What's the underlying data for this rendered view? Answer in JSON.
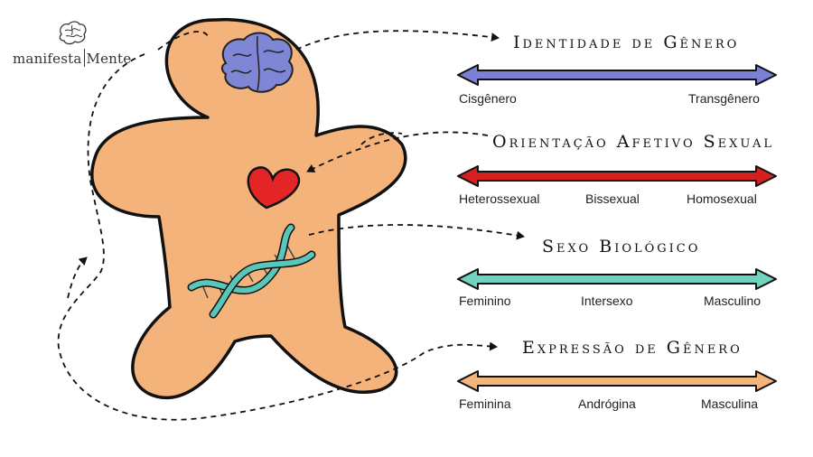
{
  "logo": {
    "part1": "manifesta",
    "part2": "Mente",
    "icon": "brain-icon"
  },
  "figure": {
    "icons": [
      "brain-icon",
      "heart-icon",
      "dna-icon"
    ]
  },
  "scales": [
    {
      "title": "Identidade de Gênero",
      "color": "#7b80d6",
      "labels": {
        "left": "Cisgênero",
        "right": "Transgênero"
      }
    },
    {
      "title": "Orientação Afetivo Sexual",
      "color": "#d62020",
      "labels": {
        "left": "Heterossexual",
        "center": "Bissexual",
        "right": "Homosexual"
      }
    },
    {
      "title": "Sexo Biológico",
      "color": "#6fd3bd",
      "labels": {
        "left": "Feminino",
        "center": "Intersexo",
        "right": "Masculino"
      }
    },
    {
      "title": "Expressão de Gênero",
      "color": "#f4b47a",
      "labels": {
        "left": "Feminina",
        "center": "Andrógina",
        "right": "Masculina"
      }
    }
  ],
  "colors": {
    "body": "#f3b37a",
    "brain": "#7f86d6",
    "heart": "#e32525",
    "dna": "#58c6b9"
  }
}
